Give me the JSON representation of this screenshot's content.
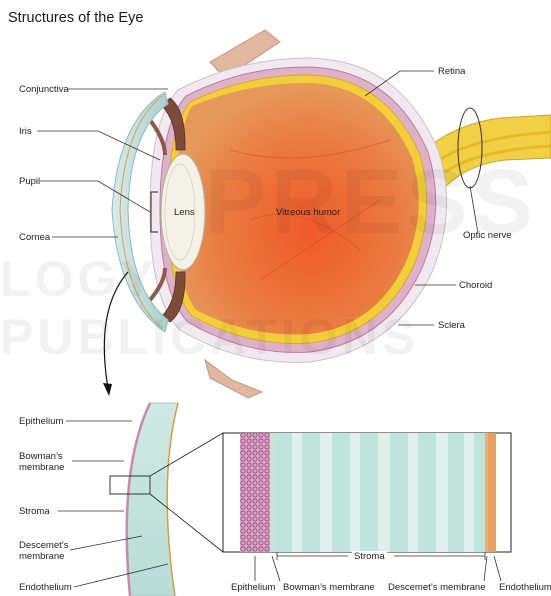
{
  "title": "Structures of the Eye",
  "labels": {
    "conjunctiva": "Conjunctiva",
    "iris": "Iris",
    "pupil": "Pupil",
    "cornea": "Cornea",
    "lens": "Lens",
    "vitreous": "Vitreous humor",
    "retina": "Retina",
    "optic_nerve": "Optic nerve",
    "choroid": "Choroid",
    "sclera": "Sclera"
  },
  "cornea_labels": {
    "epithelium": "Epithelium",
    "bowmans": "Bowman’s\nmembrane",
    "stroma": "Stroma",
    "descemets": "Descemet’s\nmembrane",
    "endothelium": "Endothelium"
  },
  "detail_labels": {
    "stroma": "Stroma",
    "epithelium": "Epithelium",
    "bowmans": "Bowman’s membrane",
    "descemets": "Descemet’s membrane",
    "endothelium": "Endothelium"
  },
  "watermark": {
    "line1": "PRESS",
    "line2": "LOGY PUBLICATIONS"
  }
}
